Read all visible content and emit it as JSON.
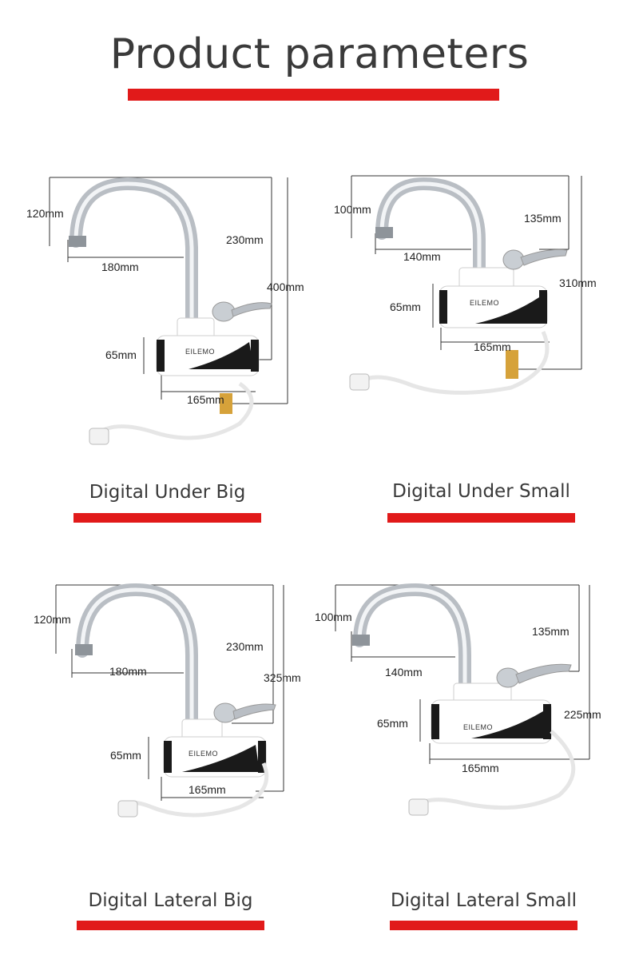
{
  "page": {
    "title": "Product parameters"
  },
  "brand": "EILEMO",
  "colors": {
    "accent": "#e11a1a",
    "chrome": "#b9bec4",
    "body": "#ffffff",
    "panel": "#1a1a1a",
    "brass": "#d6a23a"
  },
  "products": [
    {
      "caption": "Digital Under Big",
      "dims": {
        "spout_height": "120mm",
        "reach": "180mm",
        "head_height": "230mm",
        "total_height": "400mm",
        "body_height": "65mm",
        "body_width": "165mm"
      }
    },
    {
      "caption": "Digital Under Small",
      "dims": {
        "spout_height": "100mm",
        "reach": "140mm",
        "head_height": "135mm",
        "total_height": "310mm",
        "body_height": "65mm",
        "body_width": "165mm"
      }
    },
    {
      "caption": "Digital Lateral Big",
      "dims": {
        "spout_height": "120mm",
        "reach": "180mm",
        "head_height": "230mm",
        "total_height": "325mm",
        "body_height": "65mm",
        "body_width": "165mm"
      }
    },
    {
      "caption": "Digital Lateral Small",
      "dims": {
        "spout_height": "100mm",
        "reach": "140mm",
        "head_height": "135mm",
        "total_height": "225mm",
        "body_height": "65mm",
        "body_width": "165mm"
      }
    }
  ]
}
